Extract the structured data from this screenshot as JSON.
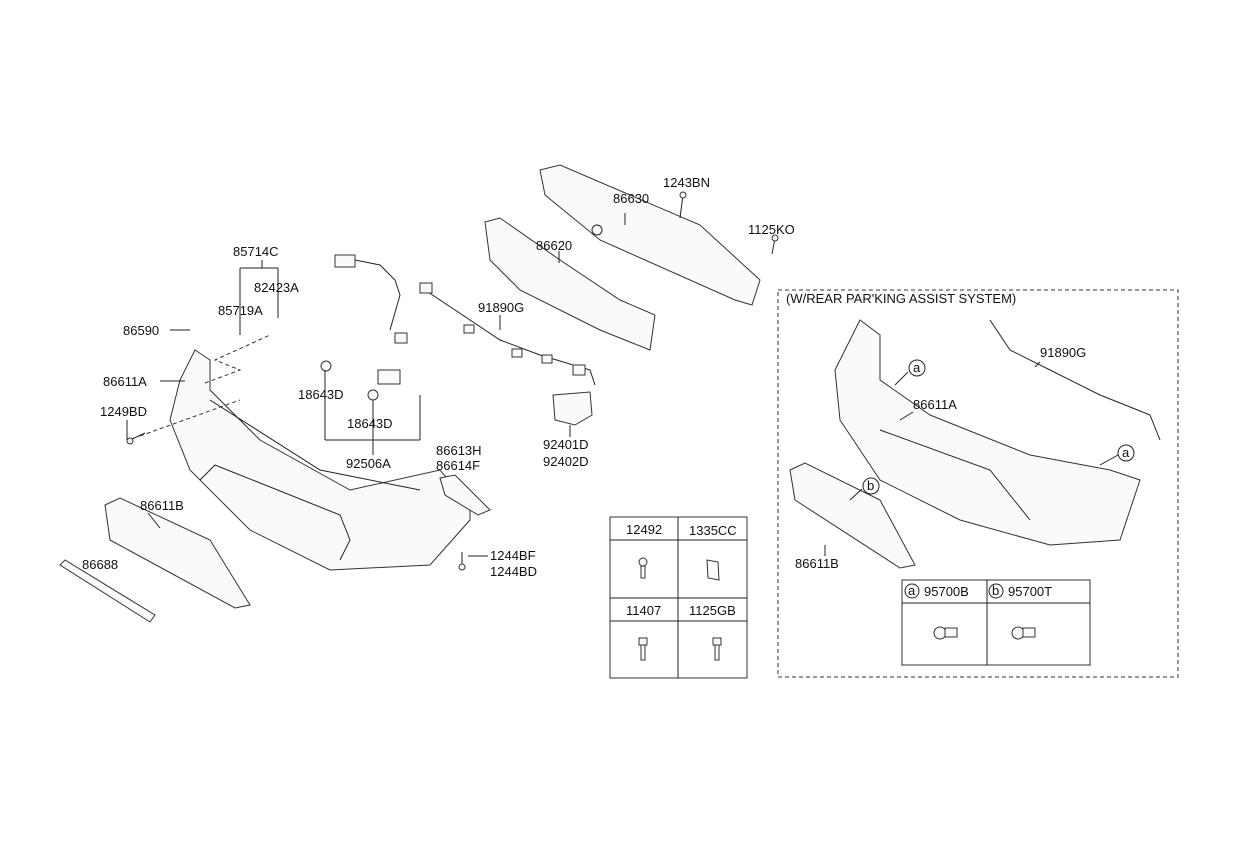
{
  "labels": {
    "p1243BN": "1243BN",
    "p86630": "86630",
    "p86620": "86620",
    "p1125KO": "1125KO",
    "p91890G": "91890G",
    "p85714C": "85714C",
    "p82423A": "82423A",
    "p85719A": "85719A",
    "p86590": "86590",
    "p86611A": "86611A",
    "p1249BD": "1249BD",
    "p18643D_1": "18643D",
    "p18643D_2": "18643D",
    "p92506A": "92506A",
    "p92401D": "92401D",
    "p92402D": "92402D",
    "p86613H": "86613H",
    "p86614F": "86614F",
    "p86611B": "86611B",
    "p86688": "86688",
    "p1244BF": "1244BF",
    "p1244BD": "1244BD"
  },
  "inset": {
    "title": "(W/REAR PAR'KING ASSIST SYSTEM)",
    "p91890G": "91890G",
    "p86611A": "86611A",
    "p86611B": "86611B",
    "marker_a": "a",
    "marker_b": "b",
    "sensor_table": [
      {
        "marker": "a",
        "part": "95700B"
      },
      {
        "marker": "b",
        "part": "95700T"
      }
    ]
  },
  "fastener_table": [
    "12492",
    "1335CC",
    "11407",
    "1125GB"
  ]
}
